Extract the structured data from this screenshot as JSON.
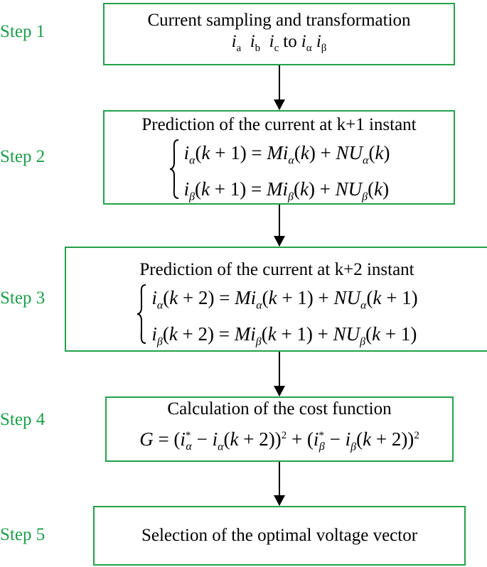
{
  "colors": {
    "step_label": "#1a9e4a",
    "box_border": "#22a24a",
    "arrow": "#000000"
  },
  "steps": [
    "Step 1",
    "Step 2",
    "Step 3",
    "Step 4",
    "Step 5"
  ],
  "box1": {
    "title": "Current sampling and transformation",
    "connector": "to"
  },
  "box2": {
    "title": "Prediction of the current at k+1 instant"
  },
  "box3": {
    "title": "Prediction of the current at k+2 instant"
  },
  "box4": {
    "title": "Calculation of the cost function"
  },
  "box5": {
    "title": "Selection of the optimal voltage vector"
  }
}
